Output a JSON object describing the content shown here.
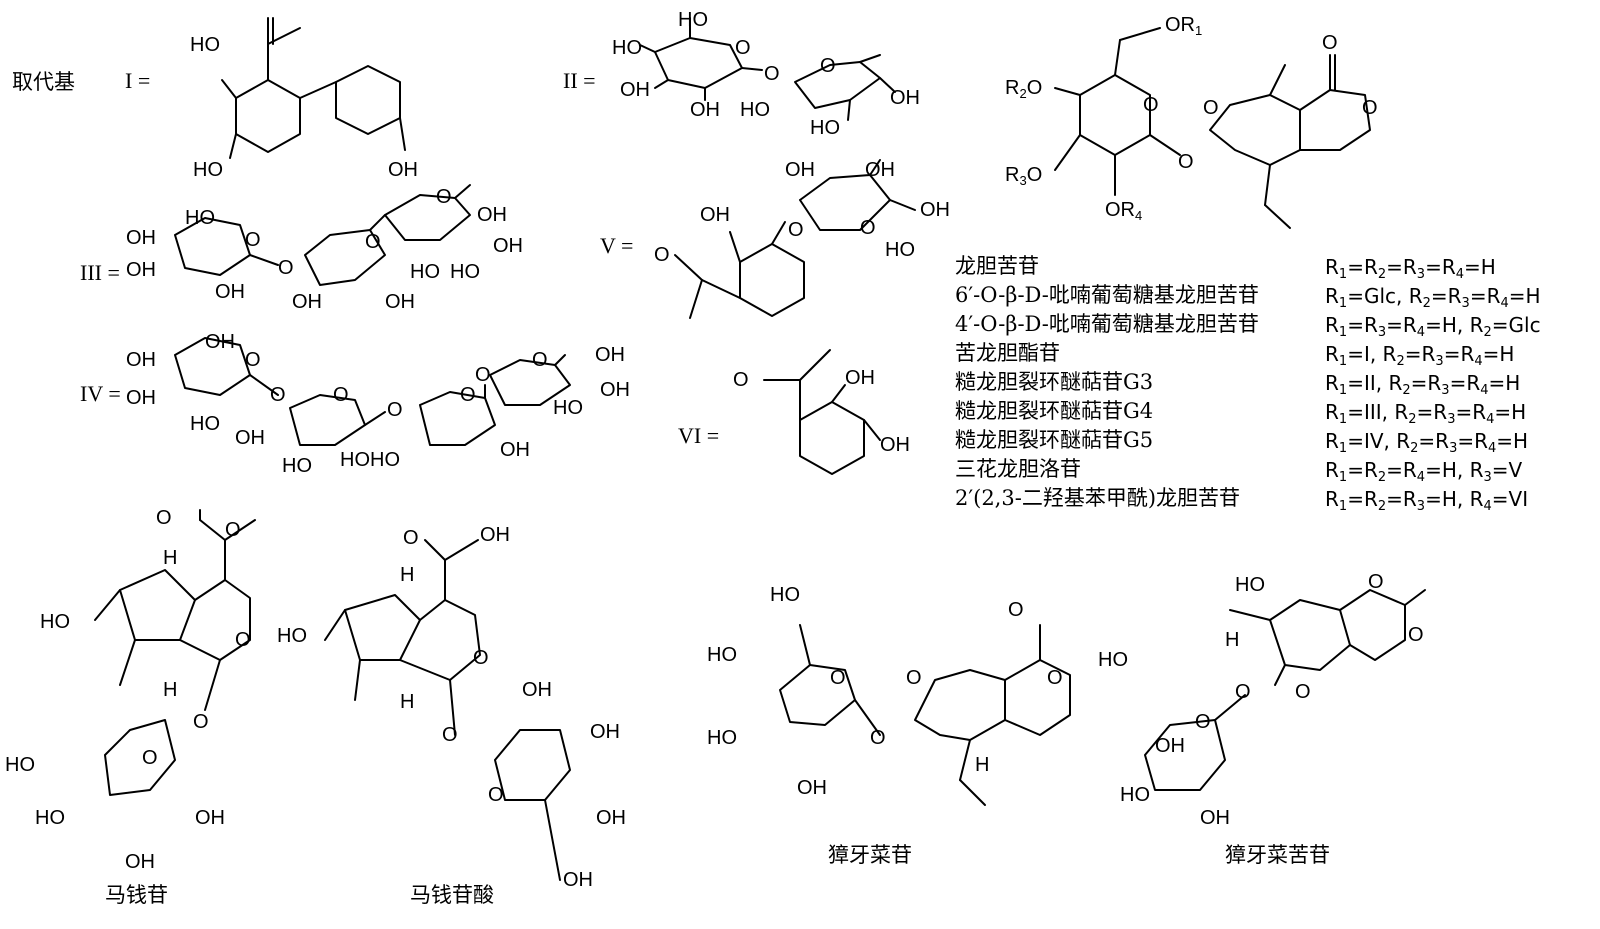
{
  "substituents": {
    "prefix": "取代基",
    "I": "I =",
    "II": "II =",
    "III": "III =",
    "IV": "IV =",
    "V": "V =",
    "VI": "VI ="
  },
  "compounds": [
    {
      "name": "龙胆苦苷",
      "sub": "R1=R2=R3=R4=H"
    },
    {
      "name": "6′-O-β-D-吡喃葡萄糖基龙胆苦苷",
      "sub": "R1=Glc, R2=R3=R4=H"
    },
    {
      "name": "4′-O-β-D-吡喃葡萄糖基龙胆苦苷",
      "sub": "R1=R3=R4=H, R2=Glc"
    },
    {
      "name": "苦龙胆酯苷",
      "sub": "R1=I, R2=R3=R4=H"
    },
    {
      "name": "糙龙胆裂环醚萜苷G3",
      "sub": "R1=II, R2=R3=R4=H"
    },
    {
      "name": "糙龙胆裂环醚萜苷G4",
      "sub": "R1=III, R2=R3=R4=H"
    },
    {
      "name": "糙龙胆裂环醚萜苷G5",
      "sub": "R1=IV, R2=R3=R4=H"
    },
    {
      "name": "三花龙胆洛苷",
      "sub": "R1=R2=R4=H, R3=V"
    },
    {
      "name": "2′(2,3-二羟基苯甲酰)龙胆苦苷",
      "sub": "R1=R2=R3=H, R4=VI"
    }
  ],
  "bottom_captions": {
    "loganin": "马钱苷",
    "loganic_acid": "马钱苷酸",
    "sweroside": "獐牙菜苷",
    "swertiamarin": "獐牙菜苦苷"
  },
  "atom_labels": {
    "HO": "HO",
    "OH": "OH",
    "O": "O",
    "H": "H",
    "OR1": "OR1",
    "R2O": "R2O",
    "R3O": "R3O",
    "OR4": "OR4",
    "HOHO": "HOHO"
  }
}
